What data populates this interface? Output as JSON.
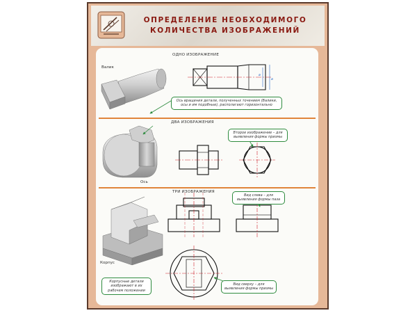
{
  "poster": {
    "title_line1": "ОПРЕДЕЛЕНИЕ НЕОБХОДИМОГО",
    "title_line2": "КОЛИЧЕСТВА ИЗОБРАЖЕНИЙ",
    "logo_icon": "drafting-compass-icon"
  },
  "section1": {
    "heading": "ОДНО ИЗОБРАЖЕНИЕ",
    "part_label": "Валик",
    "note": "Ось вращения детали, полученных точением (Валики, осы и им подобные), располагают горизонтально"
  },
  "section2": {
    "heading": "ДВА ИЗОБРАЖЕНИЯ",
    "part_label": "Ось",
    "note": "Второе изображение – для выявления формы призмы"
  },
  "section3": {
    "heading": "ТРИ ИЗОБРАЖЕНИЯ",
    "part_label": "Корпус",
    "note_left_view": "Вид слева – для выявления формы паза",
    "note_body": "Корпусные детали изображают в их рабочем положении",
    "note_top_view": "Вид сверху – для выявления формы призмы"
  },
  "colors": {
    "frame": "#e6b898",
    "title": "#8a1a12",
    "divider": "#e0843a",
    "callout": "#2e8b3e",
    "axis": "#d0202a"
  }
}
